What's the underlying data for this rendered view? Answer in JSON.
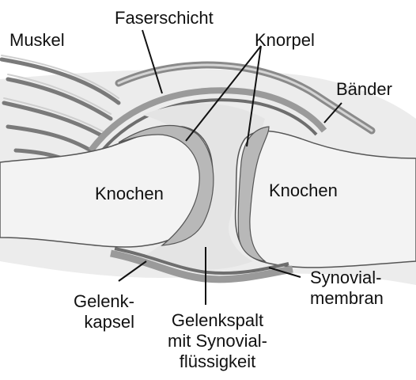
{
  "labels": {
    "muskel": "Muskel",
    "faserschicht": "Faserschicht",
    "knorpel": "Knorpel",
    "baender": "Bänder",
    "knochen_left": "Knochen",
    "knochen_right": "Knochen",
    "synovial_line1": "Synovial-",
    "synovial_line2": "membran",
    "gelenk_line1": "Gelenk-",
    "gelenk_line2": "kapsel",
    "spalt_line1": "Gelenkspalt",
    "spalt_line2": "mit Synovial-",
    "spalt_line3": "flüssigkeit"
  },
  "colors": {
    "bone": "#f2f2f2",
    "bone_shade": "#d9d9d9",
    "cartilage": "#b8b8b8",
    "capsule": "#8a8a8a",
    "synovial_membrane": "#6e6e6e",
    "joint_space": "#e4e4e4",
    "line": "#111111"
  }
}
